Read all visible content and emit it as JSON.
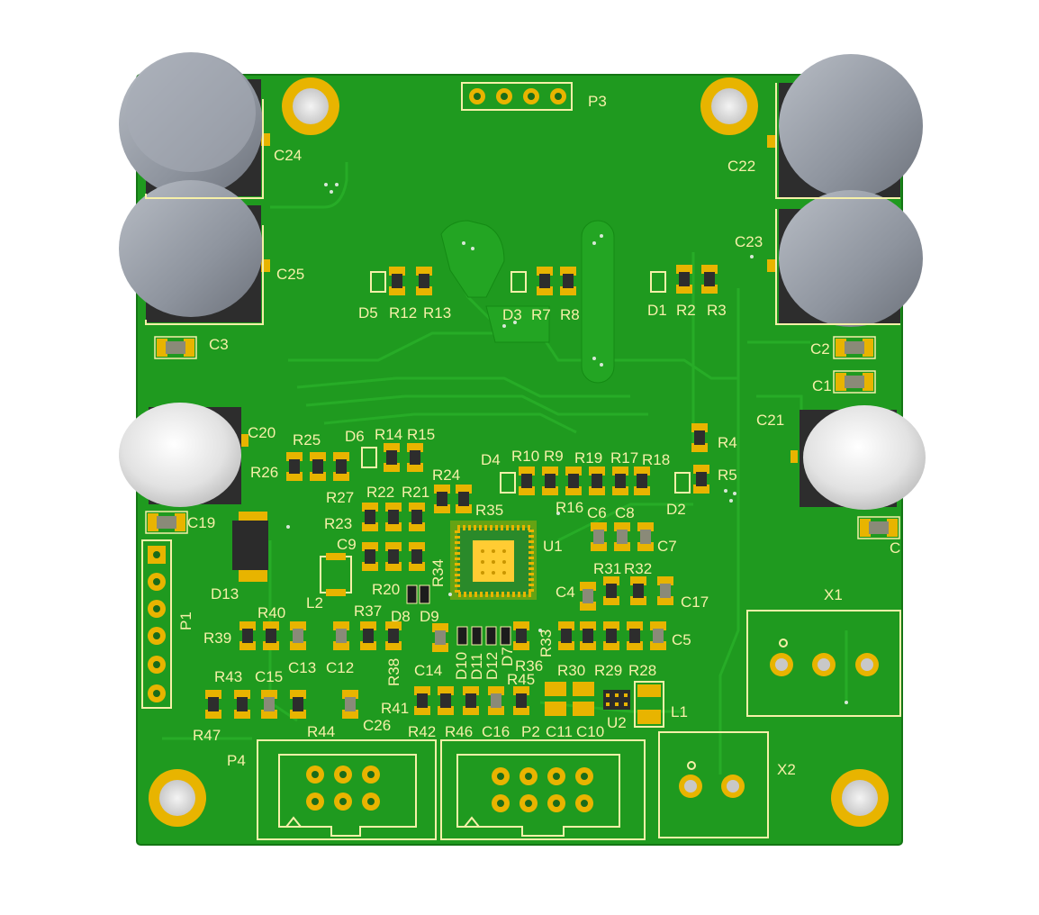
{
  "board": {
    "colors": {
      "solder_mask": "#1f9a1f",
      "solder_mask_dark": "#168316",
      "trace": "#27ad27",
      "silkscreen": "#f6f0a8",
      "pad_gold": "#e8b400",
      "pad_gold_light": "#ffd24a",
      "cap_gray": "#9aa0aa",
      "cap_white": "#e6e6e6",
      "component_dark": "#2d2d2d",
      "background": "#ffffff"
    },
    "labels": {
      "c24": "C24",
      "c25": "C25",
      "c3": "C3",
      "c22": "C22",
      "c23": "C23",
      "c2": "C2",
      "c1": "C1",
      "c21": "C21",
      "c20": "C20",
      "c19": "C19",
      "c_edge": "C",
      "p3": "P3",
      "d5": "D5",
      "r12": "R12",
      "r13": "R13",
      "d3": "D3",
      "r7": "R7",
      "r8": "R8",
      "d1": "D1",
      "r2": "R2",
      "r3": "R3",
      "r25": "R25",
      "r26": "R26",
      "r27": "R27",
      "d6": "D6",
      "r14": "R14",
      "r15": "R15",
      "r24": "R24",
      "r22": "R22",
      "r21": "R21",
      "d4": "D4",
      "r10": "R10",
      "r9": "R9",
      "r19": "R19",
      "r17": "R17",
      "r18": "R18",
      "r16": "R16",
      "r4": "R4",
      "r5": "R5",
      "d2": "D2",
      "r35": "R35",
      "r23": "R23",
      "c9": "C9",
      "u1": "U1",
      "c6": "C6",
      "c8": "C8",
      "c7": "C7",
      "d13": "D13",
      "l2": "L2",
      "r20": "R20",
      "r34": "R34",
      "r31": "R31",
      "r32": "R32",
      "c4": "C4",
      "c17": "C17",
      "p1": "P1",
      "r39": "R39",
      "r40": "R40",
      "r37": "R37",
      "d8": "D8",
      "d9": "D9",
      "c13": "C13",
      "c12": "C12",
      "r38": "R38",
      "c14": "C14",
      "d10": "D10",
      "d11": "D11",
      "d12": "D12",
      "d7": "D7",
      "r33": "R33",
      "r36": "R36",
      "c5": "C5",
      "r30": "R30",
      "r29": "R29",
      "r28": "R28",
      "x1": "X1",
      "r43": "R43",
      "c15": "C15",
      "r45": "R45",
      "r41": "R41",
      "l1": "L1",
      "u2": "U2",
      "r47": "R47",
      "r44": "R44",
      "c26": "C26",
      "r42": "R42",
      "r46": "R46",
      "c16": "C16",
      "p2": "P2",
      "c11": "C11",
      "c10": "C10",
      "p4": "P4",
      "x2": "X2"
    }
  }
}
